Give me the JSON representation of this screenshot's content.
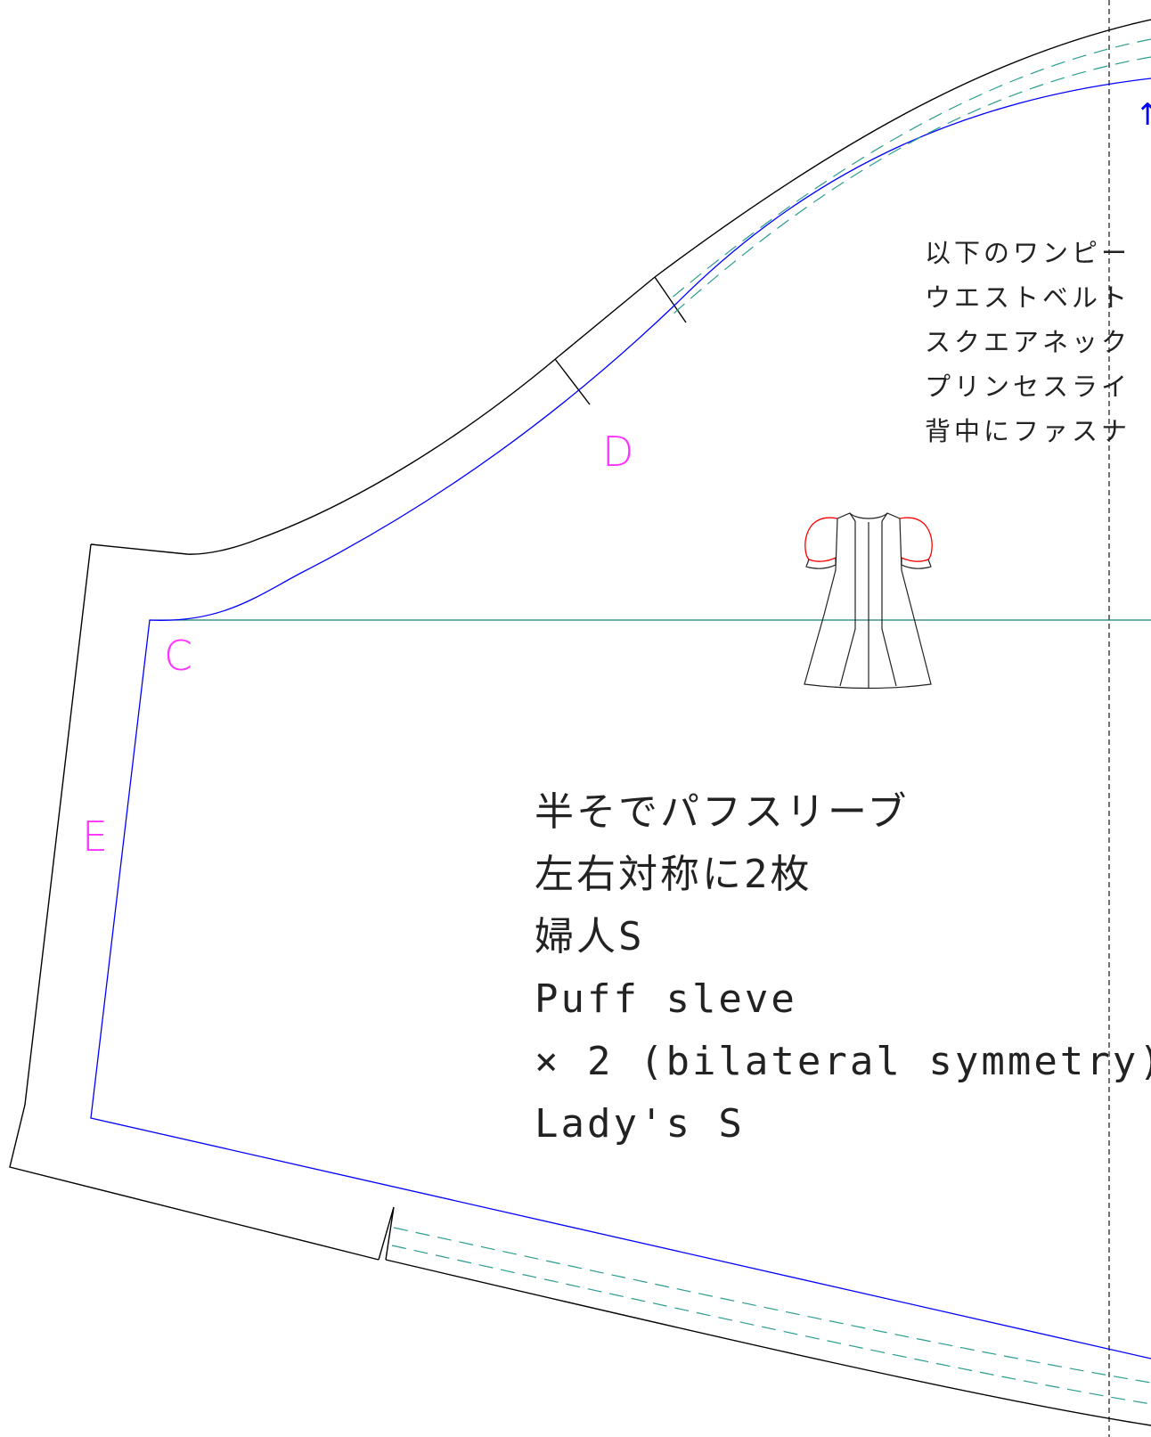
{
  "point_labels": {
    "c": "C",
    "d": "D",
    "e": "E"
  },
  "grain_arrow": "↑",
  "notes": [
    "以下のワンピー",
    "ウエストベルト",
    "スクエアネック",
    "プリンセスライ",
    "背中にファスナ"
  ],
  "main_lines": [
    "半そでパフスリーブ",
    "左右対称に2枚",
    "婦人S",
    "Puff sleve",
    "× 2 (bilateral symmetry)",
    "Lady's  S"
  ],
  "colors": {
    "outline": "#000000",
    "seam": "#0000ff",
    "stitch": "#2a9d8f",
    "label": "#ff33ff",
    "sleeve_highlight": "#ff0000"
  }
}
